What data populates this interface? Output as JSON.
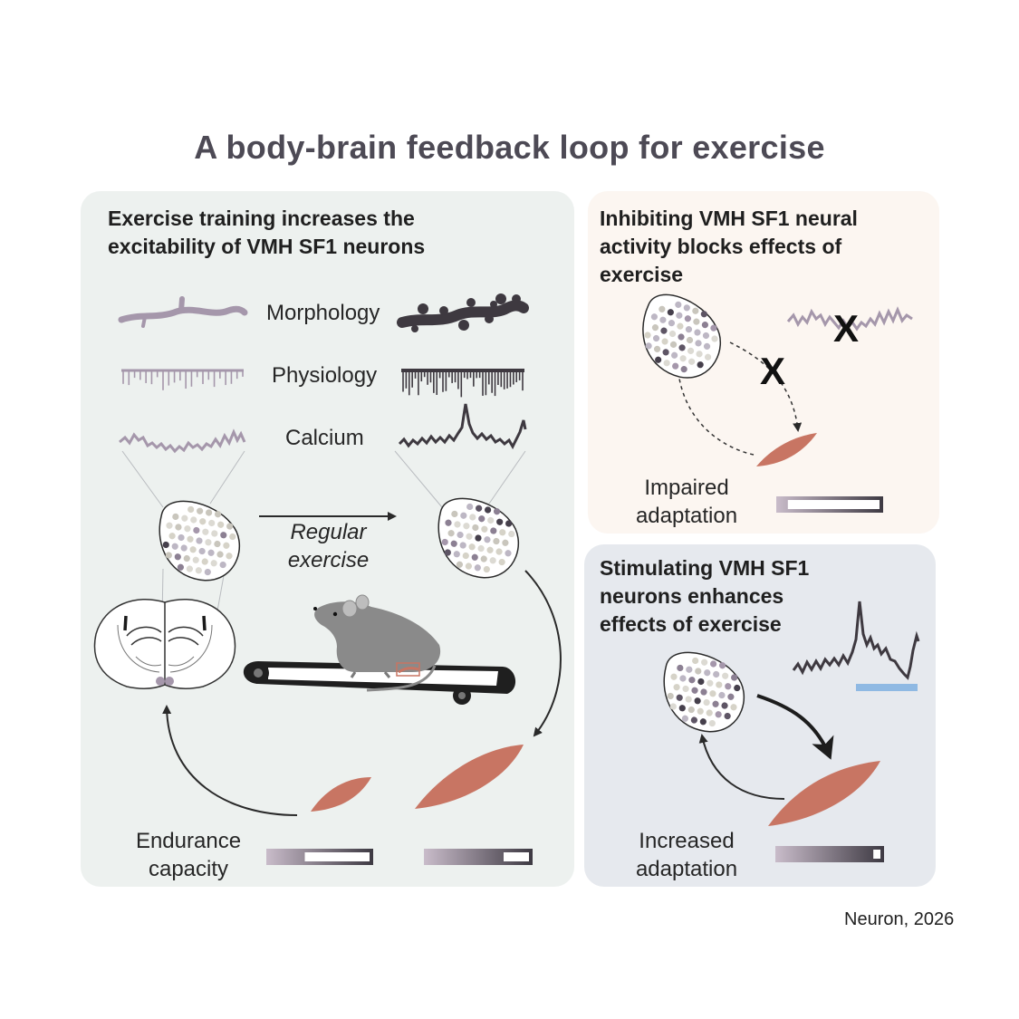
{
  "title": "A body-brain feedback loop for exercise",
  "left_panel": {
    "title_line1": "Exercise training increases the",
    "title_line2": "excitability of VMH SF1 neurons",
    "row_labels": [
      "Morphology",
      "Physiology",
      "Calcium"
    ],
    "arrow_label_line1": "Regular",
    "arrow_label_line2": "exercise",
    "outcome_line1": "Endurance",
    "outcome_line2": "capacity",
    "bar_before_level": 0.35,
    "bar_after_level": 0.75
  },
  "top_right_panel": {
    "title_line1": "Inhibiting VMH SF1 neural",
    "title_line2": "activity blocks effects of",
    "title_line3": "exercise",
    "block_mark": "X",
    "outcome_line1": "Impaired",
    "outcome_line2": "adaptation",
    "bar_level": 0.08
  },
  "bottom_right_panel": {
    "title_line1": "Stimulating VMH SF1",
    "title_line2": "neurons enhances",
    "title_line3": "effects of exercise",
    "outcome_line1": "Increased",
    "outcome_line2": "adaptation",
    "bar_level": 0.93
  },
  "credit": "Neuron, 2026",
  "colors": {
    "muscle": "#c87563",
    "trace_light": "#a597ab",
    "trace_dark": "#3e3940",
    "stim_bar": "#8fb9e3",
    "panel_left": "#edf1ef",
    "panel_top_right": "#fcf6f1",
    "panel_bottom_right": "#e6e9ee"
  }
}
